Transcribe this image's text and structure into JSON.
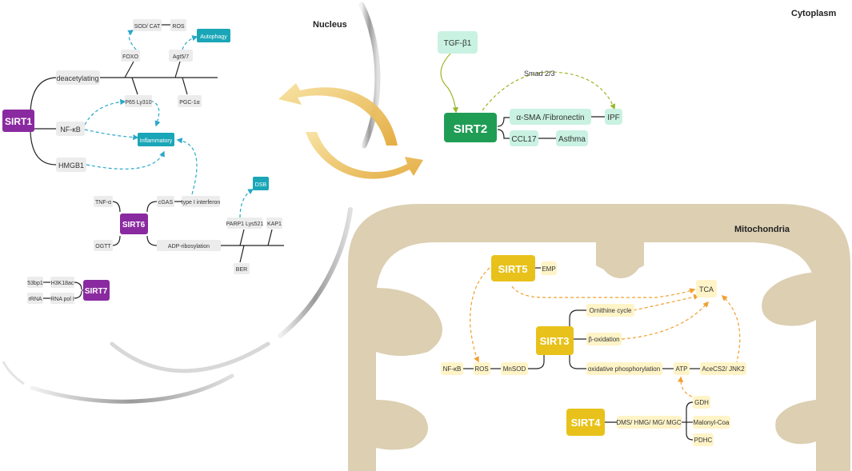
{
  "regions": {
    "nucleus": "Nucleus",
    "cytoplasm": "Cytoplasm",
    "mitochondria": "Mitochondria"
  },
  "colors": {
    "sirt_nucleus": "#8a2aa0",
    "sirt2": "#1f9d55",
    "sirt_mito": "#e8c21a",
    "cyan_node": "#1aa6b7",
    "mint_node": "#c9f2e3",
    "cream_node": "#fff4c8",
    "grey_node": "#ececec",
    "mito_fill": "#dccfb2",
    "cyan_arrow": "#2aa8c8",
    "green_arrow": "#9ab82a",
    "orange_arrow": "#f0a030"
  },
  "sirt": {
    "sirt1": "SIRT1",
    "sirt2": "SIRT2",
    "sirt3": "SIRT3",
    "sirt4": "SIRT4",
    "sirt5": "SIRT5",
    "sirt6": "SIRT6",
    "sirt7": "SIRT7"
  },
  "sirt1_branch": {
    "deacetylating": "deacetylating",
    "nfkb": "NF-κB",
    "hmgb1": "HMGB1",
    "foxo": "FOXO",
    "sod_cat": "SOD/ CAT",
    "ros": "ROS",
    "atg": "Agt5/7",
    "autophagy": "Autophagy",
    "p65": "P65 Ly310",
    "pgc": "PGC-1α",
    "inflammatory": "Inflammatory"
  },
  "sirt6_branch": {
    "tnf": "TNF-α",
    "ogtt": "OGTT",
    "cgas": "cGAS",
    "ifn": "type I interferon",
    "dsb": "DSB",
    "parp": "PARP1 Lys521",
    "kap1": "KAP1",
    "adp": "ADP-ribosylation",
    "ber": "BER"
  },
  "sirt7_branch": {
    "p53bp1": "53bp1",
    "h3k18": "H3K18ac",
    "rrna": "rRNA",
    "rnapol": "RNA pol I"
  },
  "sirt2_branch": {
    "tgf": "TGF-β1",
    "smad": "Smad 2/3",
    "asma": "α-SMA /Fibronectin",
    "ipf": "IPF",
    "ccl17": "CCL17",
    "asthma": "Asthma"
  },
  "mito_branch": {
    "emp": "EMP",
    "tca": "TCA",
    "ornithine": "Ornithine cycle",
    "boxidation": "β-oxidation",
    "oxphos": "oxidative phosphorylation",
    "atp": "ATP",
    "acecs": "AceCS2/ JNK2",
    "nfkb": "NF-κB",
    "ros": "ROS",
    "mnsod": "MnSOD",
    "gdh": "GDH",
    "dms": "DMS/ HMG/ MG/ MGC",
    "malonyl": "Malonyl-Coa",
    "pdhc": "PDHC"
  }
}
